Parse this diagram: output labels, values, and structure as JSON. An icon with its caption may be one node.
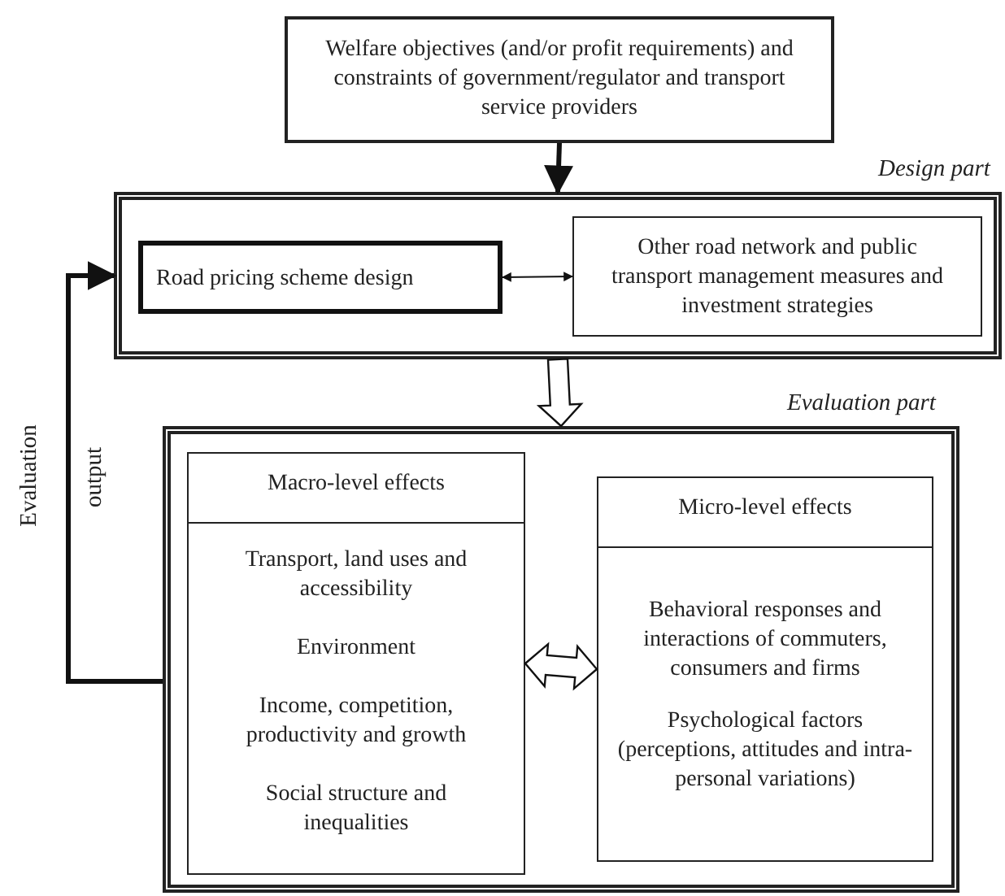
{
  "diagram": {
    "nodes": [
      {
        "text": [
          "Welfare objectives (and/or profit requirements) and constraints of government/regulator and transport service providers"
        ]
      },
      {
        "text": [],
        "shape": "box",
        "beside": [
          "Design part"
        ]
      },
      {
        "text": [
          "Road pricing scheme design"
        ],
        "in": 1
      },
      {
        "text": [
          "Other road network and public transport management measures and investment strategies"
        ],
        "in": 1
      },
      {
        "text": [],
        "shape": "box",
        "beside": [
          "Evaluation part"
        ]
      },
      {
        "text": [
          "Macro-level effects",
          "Transport, land uses and accessibility",
          "Environment",
          "Income, competition, productivity and growth",
          "Social structure and inequalities"
        ],
        "in": 4
      },
      {
        "text": [
          "Micro-level effects",
          "Behavioral responses and interactions of commuters, consumers and firms",
          "Psychological factors (perceptions, attitudes and intra-personal variations)"
        ],
        "in": 4
      }
    ],
    "edges": [
      {
        "from": 0,
        "to": 1,
        "arrow": "to"
      },
      {
        "from": 2,
        "to": 3,
        "arrow": "both"
      },
      {
        "from": 1,
        "to": 4,
        "arrow": "to",
        "style": "thick"
      },
      {
        "from": 4,
        "to": 1,
        "arrow": "to"
      },
      {
        "from": 5,
        "to": 6,
        "arrow": "both",
        "style": "thick"
      }
    ],
    "labels": [
      "Evaluation",
      "output"
    ]
  }
}
